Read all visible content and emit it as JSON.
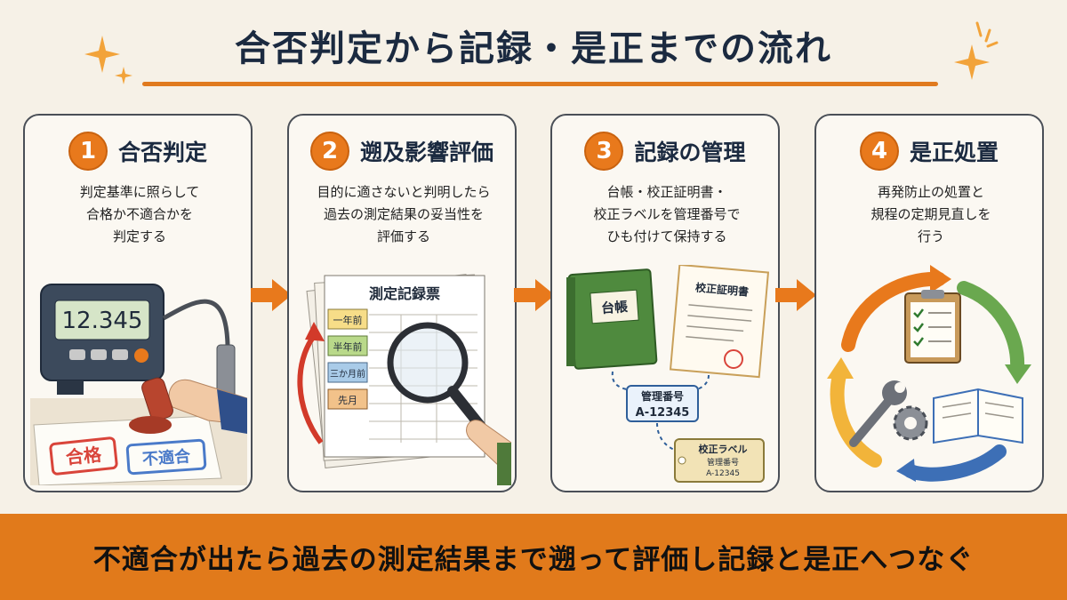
{
  "title": "合否判定から記録・是正までの流れ",
  "steps": [
    {
      "number": "1",
      "title": "合否判定",
      "description": [
        "判定基準に照らして",
        "合格か不適合かを",
        "判定する"
      ],
      "illustration": {
        "display_value": "12.345",
        "stamp_pass": "合格",
        "stamp_fail": "不適合"
      }
    },
    {
      "number": "2",
      "title": "遡及影響評価",
      "description": [
        "目的に適さないと判明したら",
        "過去の測定結果の妥当性を",
        "評価する"
      ],
      "illustration": {
        "sheet_title": "測定記録票",
        "tabs": [
          "一年前",
          "半年前",
          "三か月前",
          "先月"
        ]
      }
    },
    {
      "number": "3",
      "title": "記録の管理",
      "description": [
        "台帳・校正証明書・",
        "校正ラベルを管理番号で",
        "ひも付けて保持する"
      ],
      "illustration": {
        "ledger_label": "台帳",
        "certificate_label": "校正証明書",
        "mgmt_label": "管理番号",
        "mgmt_number": "A-12345",
        "tag_title": "校正ラベル",
        "tag_mgmt_label": "管理番号",
        "tag_mgmt_number": "A-12345"
      }
    },
    {
      "number": "4",
      "title": "是正処置",
      "description": [
        "再発防止の処置と",
        "規程の定期見直しを",
        "行う"
      ],
      "illustration": {}
    }
  ],
  "banner": "不適合が出たら過去の測定結果まで遡って評価し記録と是正へつなぐ",
  "colors": {
    "accent": "#e17a1b",
    "background": "#f6f1e7",
    "card_border": "#4a4f57",
    "title_text": "#1b2a40"
  }
}
